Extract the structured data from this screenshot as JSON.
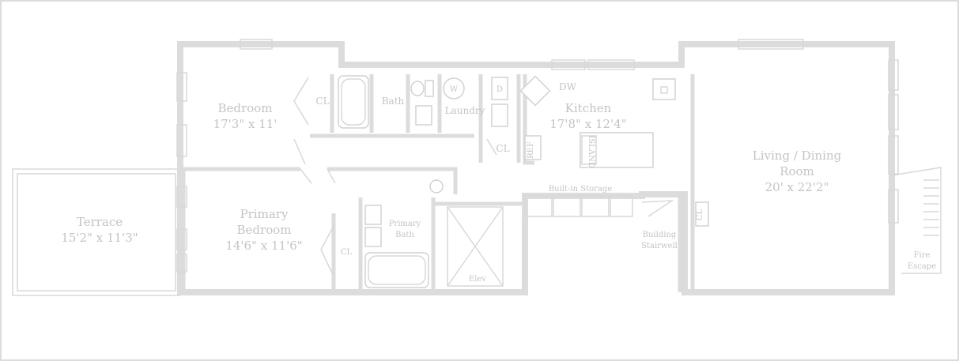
{
  "rooms": {
    "bedroom": {
      "name": "Bedroom",
      "size": "17'3\" x 11'"
    },
    "primary_bedroom": {
      "name_line1": "Primary",
      "name_line2": "Bedroom",
      "size": "14'6\" x 11'6\""
    },
    "terrace": {
      "name": "Terrace",
      "size": "15'2\" x 11'3\""
    },
    "kitchen": {
      "name": "Kitchen",
      "size": "17'8\" x 12'4\""
    },
    "living": {
      "name_line1": "Living / Dining",
      "name_line2": "Room",
      "size": "20' x 22'2\""
    },
    "bath": {
      "name": "Bath"
    },
    "laundry": {
      "name": "Laundry"
    },
    "primary_bath": {
      "name_line1": "Primary",
      "name_line2": "Bath"
    }
  },
  "labels": {
    "closet": "CL",
    "dishwasher": "DW",
    "washer": "W",
    "built_in_storage": "Built-in Storage",
    "elevator": "Elev",
    "building_stairwell_line1": "Building",
    "building_stairwell_line2": "Stairwell",
    "fire_escape_line1": "Fire",
    "fire_escape_line2": "Escape",
    "fridge": "REF",
    "dryer": "D",
    "island": "ISLAND"
  },
  "colors": {
    "wall": "#dcdcdc",
    "text": "#c4c4c4",
    "frame": "#d8d8d8"
  }
}
